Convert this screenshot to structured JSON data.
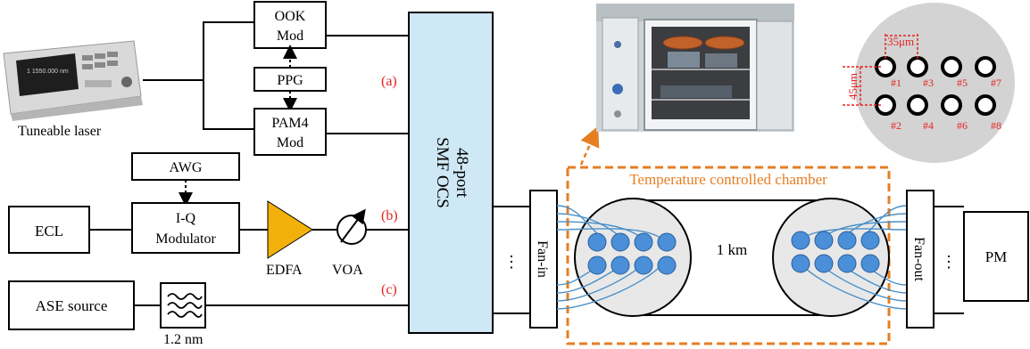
{
  "laser": {
    "label": "Tuneable laser",
    "display": "1 1550.000 nm"
  },
  "ook": {
    "line1": "OOK",
    "line2": "Mod"
  },
  "ppg": {
    "label": "PPG"
  },
  "pam4": {
    "line1": "PAM4",
    "line2": "Mod"
  },
  "awg": {
    "label": "AWG"
  },
  "ecl": {
    "label": "ECL"
  },
  "iq": {
    "line1": "I-Q",
    "line2": "Modulator"
  },
  "edfa": {
    "label": "EDFA"
  },
  "voa": {
    "label": "VOA"
  },
  "ase": {
    "label": "ASE source"
  },
  "filter": {
    "label": "1.2 nm"
  },
  "ocs": {
    "line1": "48-port",
    "line2": "SMF OCS"
  },
  "markers": {
    "a": "(a)",
    "b": "(b)",
    "c": "(c)"
  },
  "fanin": {
    "label": "Fan-in"
  },
  "fanout": {
    "label": "Fan-out"
  },
  "pm": {
    "label": "PM"
  },
  "chamber": {
    "label": "Temperature controlled chamber"
  },
  "fiber": {
    "length": "1 km"
  },
  "ellipsis": "⋮",
  "cores": {
    "pitch_h": "35μm",
    "pitch_v": "45μm",
    "labels": [
      "#1",
      "#2",
      "#3",
      "#4",
      "#5",
      "#6",
      "#7",
      "#8"
    ]
  },
  "colors": {
    "edfa": "#f2b10a",
    "ocs": "#cfe8f6",
    "core": "#4a8fd8",
    "fiber": "#4a90c8",
    "chamber": "#e67e22",
    "marker": "#e8231f",
    "cross_section": "#d3d3d3"
  }
}
